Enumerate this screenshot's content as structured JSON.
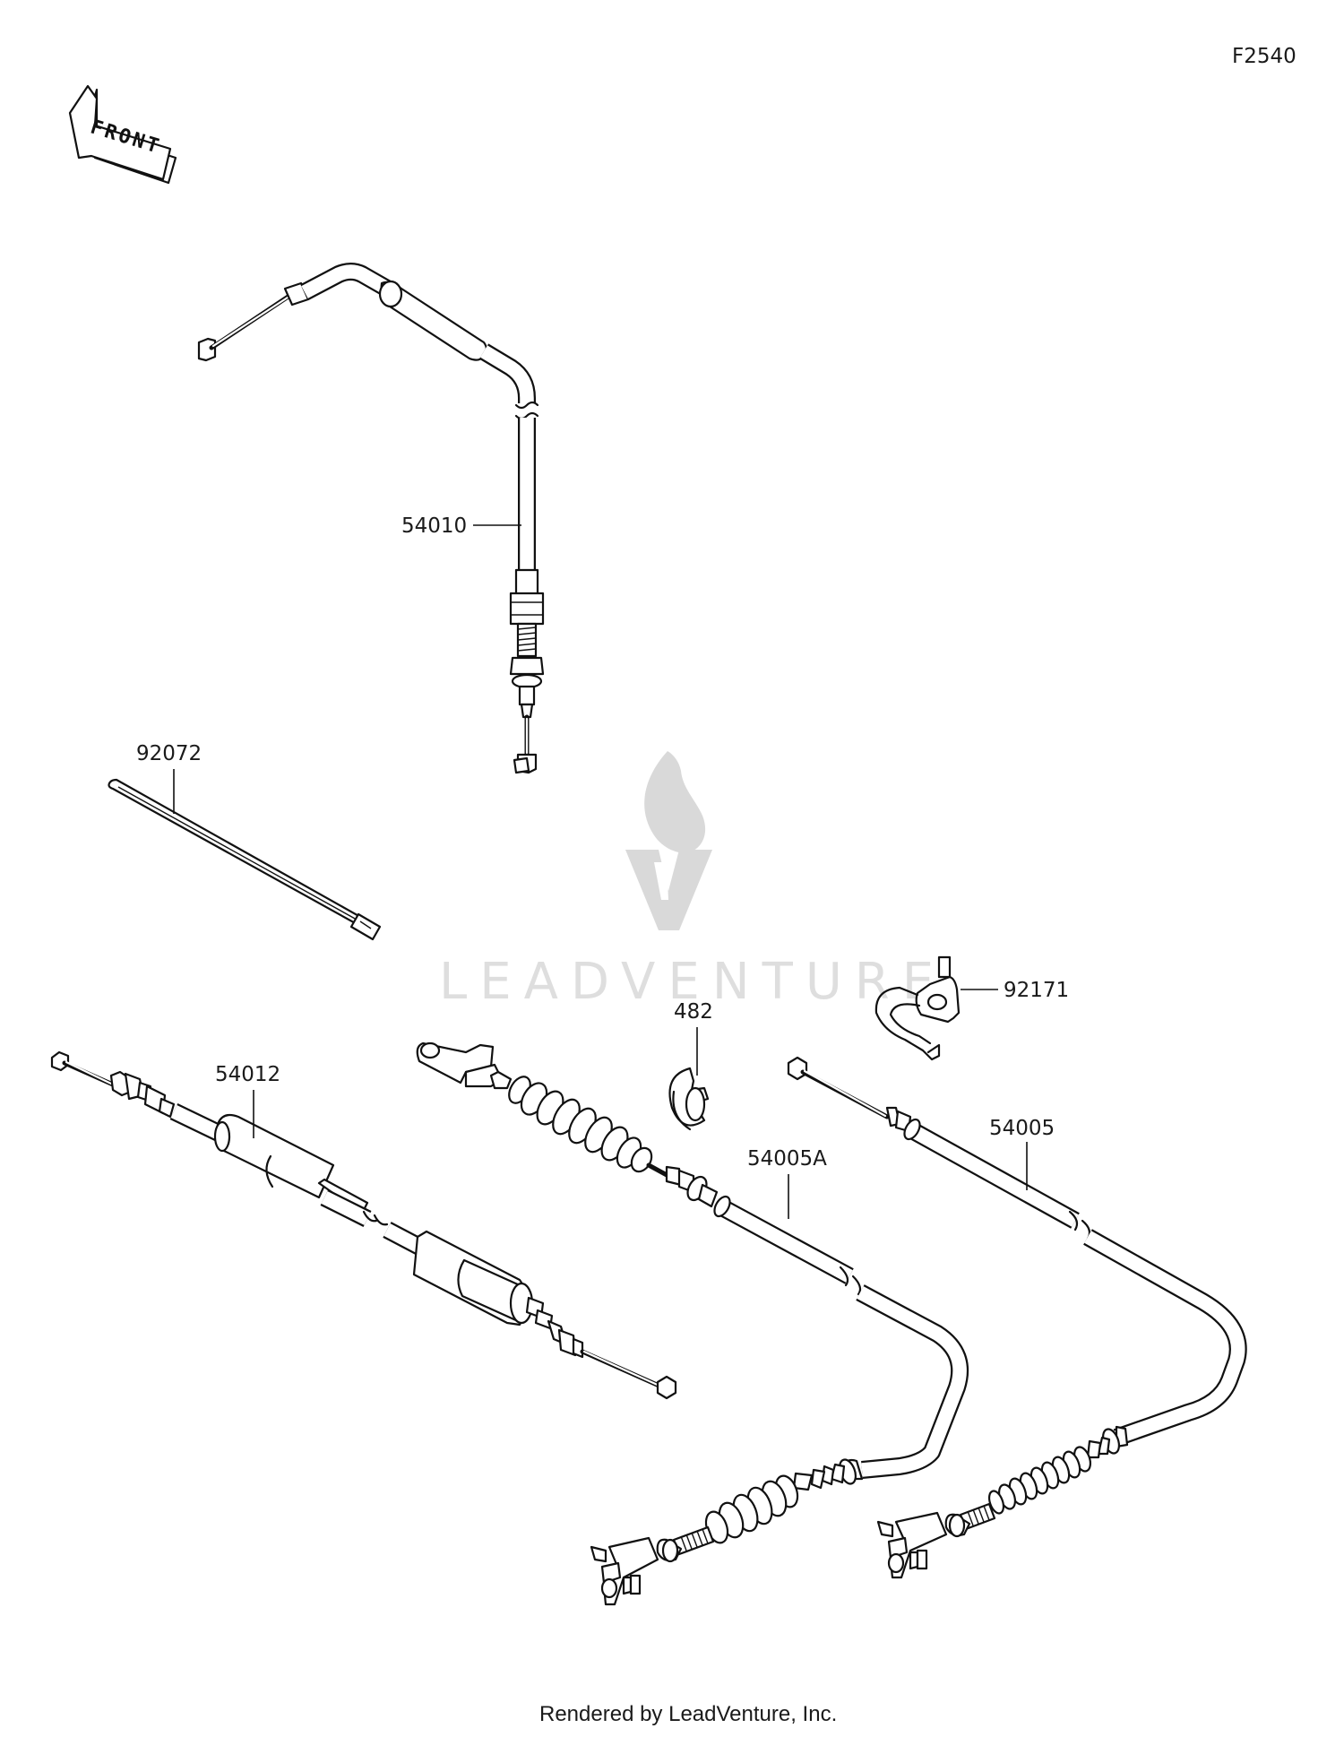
{
  "diagram_code": "F2540",
  "orientation_badge": "FRONT",
  "watermark_text": "LEADVENTURE",
  "footer_text": "Rendered by LeadVenture, Inc.",
  "parts": [
    {
      "number": "54010"
    },
    {
      "number": "92072"
    },
    {
      "number": "54012"
    },
    {
      "number": "482"
    },
    {
      "number": "92171"
    },
    {
      "number": "54005A"
    },
    {
      "number": "54005"
    }
  ]
}
